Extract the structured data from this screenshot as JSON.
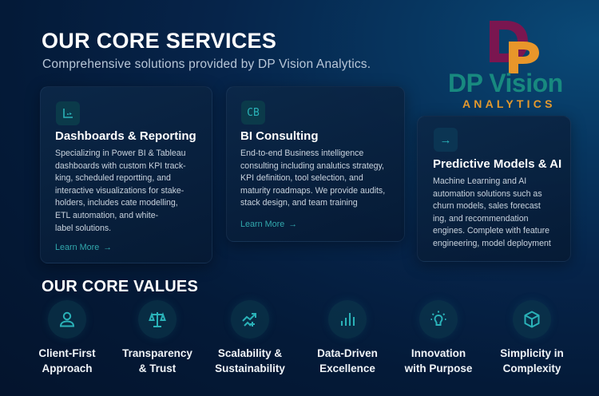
{
  "header": {
    "title": "OUR CORE SERVICES",
    "subtitle": "Comprehensive solutions provided by DP Vision Analytics."
  },
  "logo": {
    "mark": "DP",
    "name": "DP Vision",
    "tagline": "ANALYTICS",
    "colors": {
      "d": "#7a1650",
      "p": "#e8962a",
      "name": "#18897f",
      "tagline": "#e59a2d"
    }
  },
  "services": [
    {
      "icon": "chart-icon",
      "icon_text": "",
      "title": "Dashboards & Reporting",
      "description": "Specializing in Power BI & Tableau\ndashboards with custom KPI track-\nking, scheduled reportting, and\ninteractive visualizations for stake-\nholders, includes cate modelling,\nETL automation, and white-\nlabel solutions.",
      "link": "Learn More",
      "link_arrow": "→"
    },
    {
      "icon": "cb-icon",
      "icon_text": "CB",
      "title": "BI Consulting",
      "description": "End-to-end Business intelligence\nconsulting including analutics strategy,\nKPI definition, tool selection, and\nmaturity roadmaps. We provide audits,\nstack design, and team training",
      "link": "Learn More",
      "link_arrow": "→"
    },
    {
      "icon": "arrow-right-icon",
      "icon_text": "→",
      "title": "Predictive Models & AI",
      "description": "Machine Learning and AI\nautomation solutions such as\nchurn models, sales forecast\ning, and recommendation\nengines. Complete with feature\nengineering, model deployment"
    }
  ],
  "values": {
    "title": "OUR CORE VALUES",
    "items": [
      {
        "icon": "user-icon",
        "label": "Client-First\nApproach"
      },
      {
        "icon": "scale-icon",
        "label": "Transparency\n& Trust"
      },
      {
        "icon": "growth-chart-icon",
        "label": "Scalability &\nSustainability"
      },
      {
        "icon": "bar-chart-icon",
        "label": "Data-Driven\nExcellence"
      },
      {
        "icon": "lightbulb-icon",
        "label": "Innovation\nwith Purpose"
      },
      {
        "icon": "cube-icon",
        "label": "Simplicity in\nComplexity"
      }
    ]
  },
  "colors": {
    "accent": "#2ab2b8",
    "background": "#06244a",
    "text_muted": "#c9d3de"
  }
}
